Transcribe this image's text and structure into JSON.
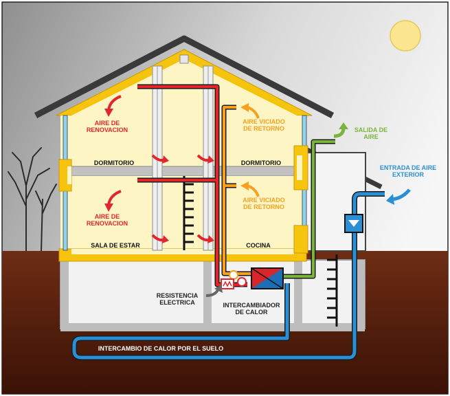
{
  "colors": {
    "supply_air": "#e3262b",
    "exhaust_air": "#f7a01f",
    "outgoing_air": "#7ab43c",
    "incoming_air": "#2b8fd6",
    "floor_loop": "#2b8fd6",
    "insulation": "#f6c40f",
    "room_fill": "#fdf6c4",
    "ground": "#5e2410",
    "sun": "#fbe58e"
  },
  "labels": {
    "aire_renovacion_top": [
      "AIRE DE",
      "RENOVACION"
    ],
    "aire_renovacion_bottom": [
      "AIRE DE",
      "RENOVACION"
    ],
    "aire_viciado_top": [
      "AIRE VICIADO",
      "DE RETORNO"
    ],
    "aire_viciado_bottom": [
      "AIRE VICIADO",
      "DE RETORNO"
    ],
    "dormitorio_left": "DORMITORIO",
    "dormitorio_right": "DORMITORIO",
    "sala_de_estar": "SALA DE ESTAR",
    "cocina": "COCINA",
    "salida_de_aire": [
      "SALIDA DE",
      "AIRE"
    ],
    "entrada_de_aire": [
      "ENTRADA DE AIRE",
      "EXTERIOR"
    ],
    "resistencia": [
      "RESISTENCIA",
      "ELECTRICA"
    ],
    "intercambiador": [
      "INTERCAMBIADOR",
      "DE CALOR"
    ],
    "intercambio_suelo": "INTERCAMBIO DE CALOR POR EL SUELO"
  }
}
